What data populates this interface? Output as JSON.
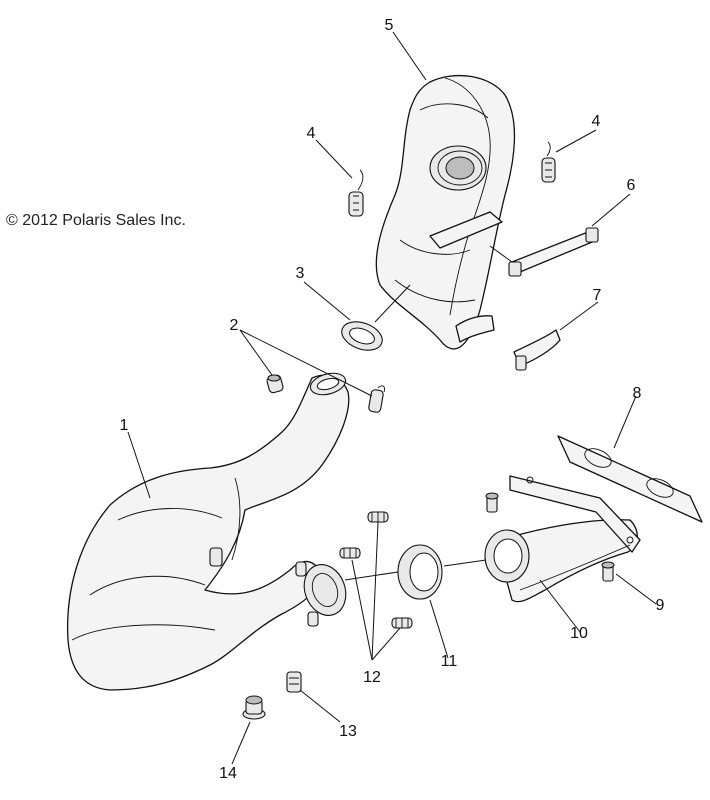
{
  "copyright": "© 2012 Polaris Sales Inc.",
  "callouts": [
    "1",
    "2",
    "3",
    "4",
    "4",
    "5",
    "6",
    "7",
    "8",
    "9",
    "10",
    "11",
    "12",
    "13",
    "14"
  ]
}
